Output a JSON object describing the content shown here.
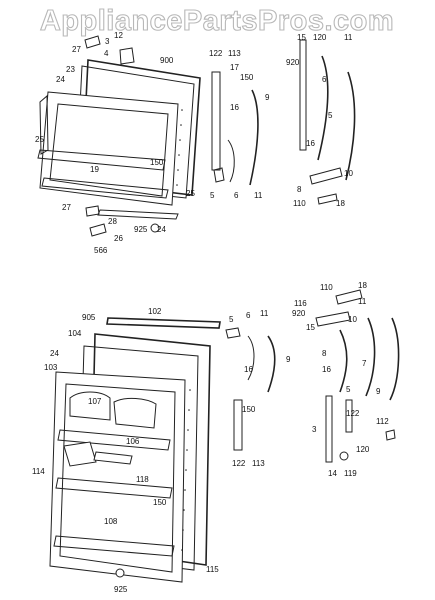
{
  "watermark": "AppliancePartsPros.com",
  "top_labels": [
    "900",
    "122",
    "113",
    "17",
    "150",
    "920",
    "15",
    "120",
    "11",
    "12",
    "27",
    "3",
    "4",
    "23",
    "24",
    "25",
    "19",
    "150",
    "16",
    "5",
    "6",
    "11",
    "9",
    "16",
    "5",
    "6",
    "8",
    "10",
    "110",
    "18",
    "25",
    "27",
    "28",
    "26",
    "566",
    "925",
    "24"
  ],
  "bottom_labels": [
    "102",
    "905",
    "104",
    "24",
    "103",
    "107",
    "106",
    "114",
    "118",
    "108",
    "150",
    "925",
    "115",
    "5",
    "6",
    "11",
    "9",
    "16",
    "150",
    "122",
    "113",
    "110",
    "18",
    "11",
    "116",
    "920",
    "15",
    "10",
    "8",
    "16",
    "5",
    "7",
    "9",
    "3",
    "14",
    "122",
    "119",
    "120",
    "112"
  ]
}
